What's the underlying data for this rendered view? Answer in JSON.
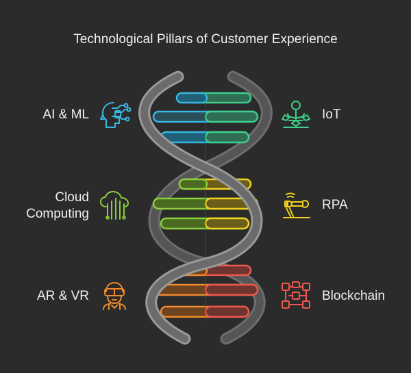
{
  "title": "Technological Pillars of Customer Experience",
  "pillars": [
    {
      "label": "AI & ML",
      "color": "#38b8e0",
      "icon": "ai-brain-circuit-icon"
    },
    {
      "label": "IoT",
      "color": "#3ecf8a",
      "icon": "iot-network-icon"
    },
    {
      "label": "Cloud Computing",
      "color": "#8bcf3a",
      "icon": "cloud-computing-icon"
    },
    {
      "label": "RPA",
      "color": "#f2d21e",
      "icon": "robotic-arm-icon"
    },
    {
      "label": "AR & VR",
      "color": "#f08a2c",
      "icon": "vr-headset-person-icon"
    },
    {
      "label": "Blockchain",
      "color": "#f0584e",
      "icon": "blockchain-blocks-icon"
    }
  ],
  "helix_color": "#8a8a8a"
}
